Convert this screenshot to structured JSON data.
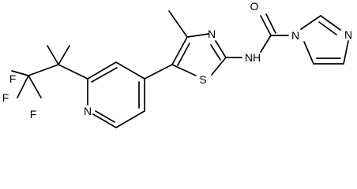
{
  "structure": {
    "atoms": {
      "f1": "F",
      "f2": "F",
      "f3": "F",
      "n_pyridine": "N",
      "n_thiazole": "N",
      "s_thiazole": "S",
      "nh": "NH",
      "o_carbonyl": "O",
      "n_imidazole_1": "N",
      "n_imidazole_3": "N"
    }
  }
}
